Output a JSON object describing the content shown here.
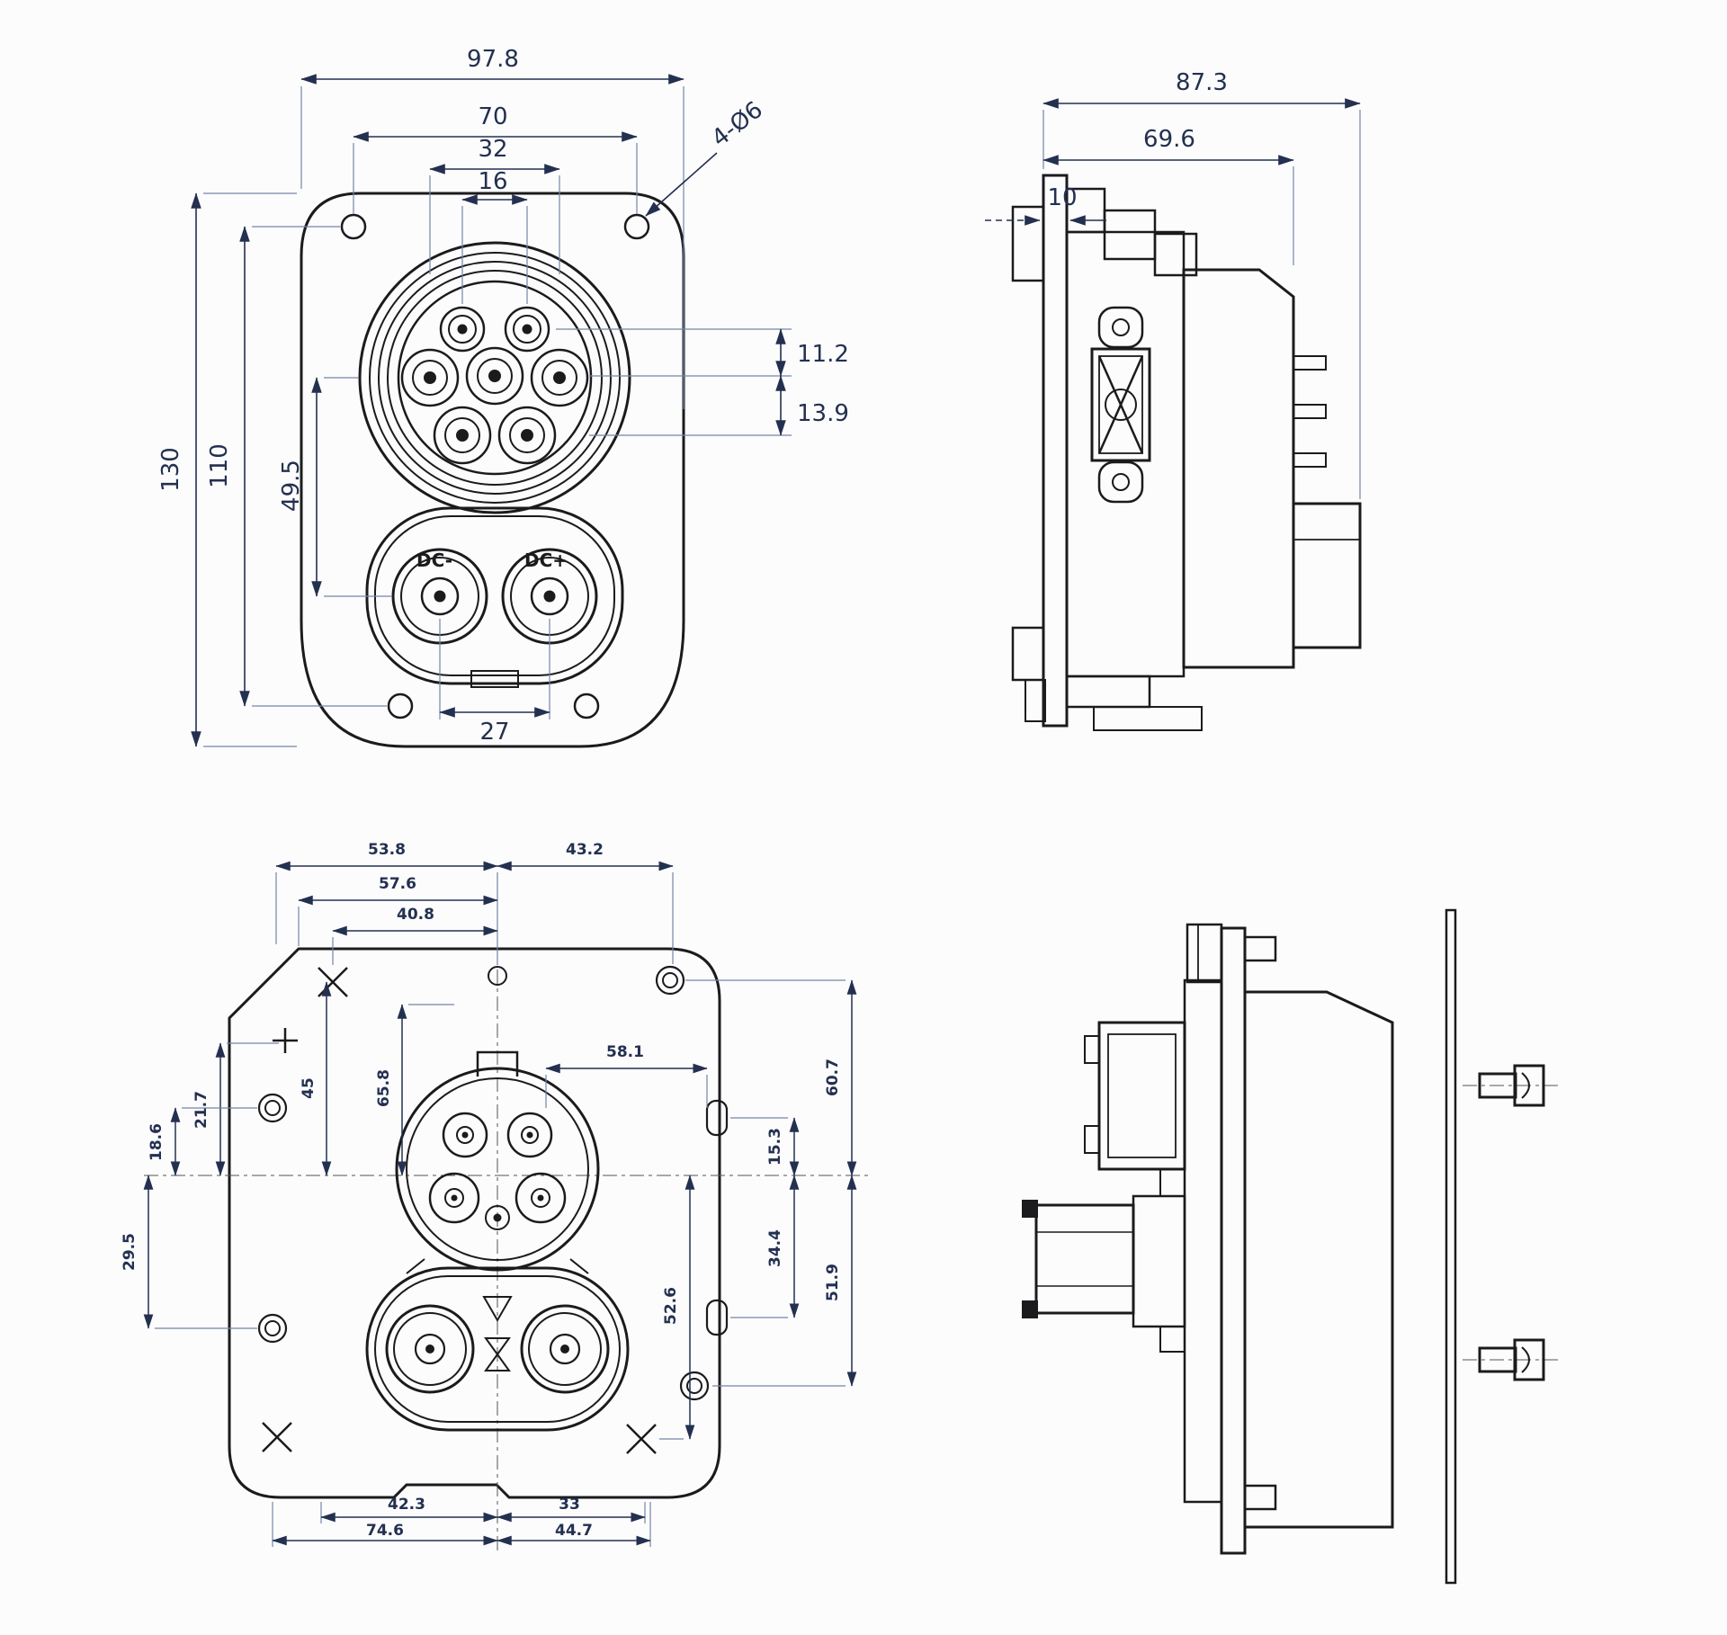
{
  "drawing": {
    "front_view": {
      "overall_width": "97.8",
      "mount_hole_pitch_h": "70",
      "pin_row_span": "32",
      "top_pin_pitch": "16",
      "overall_height": "130",
      "mount_hole_pitch_v": "110",
      "ac_dc_center_distance": "49.5",
      "pin_row_offset_top": "11.2",
      "pin_row_offset_bottom": "13.9",
      "dc_pin_pitch": "27",
      "mount_hole_note": "4-Ø6",
      "dc_minus_label": "DC-",
      "dc_plus_label": "DC+"
    },
    "side_view": {
      "overall_depth": "87.3",
      "body_depth": "69.6",
      "flange_thickness": "10"
    },
    "rear_view": {
      "top_dims": [
        "53.8",
        "57.6",
        "40.8",
        "43.2"
      ],
      "left_dims": [
        "21.7",
        "18.6",
        "29.5"
      ],
      "inner_dims": [
        "45",
        "65.8"
      ],
      "center_dim": "58.1",
      "right_dims": [
        "60.7",
        "15.3",
        "34.4",
        "52.6",
        "51.9"
      ],
      "bottom_dims": [
        "42.3",
        "33",
        "74.6",
        "44.7"
      ]
    }
  }
}
